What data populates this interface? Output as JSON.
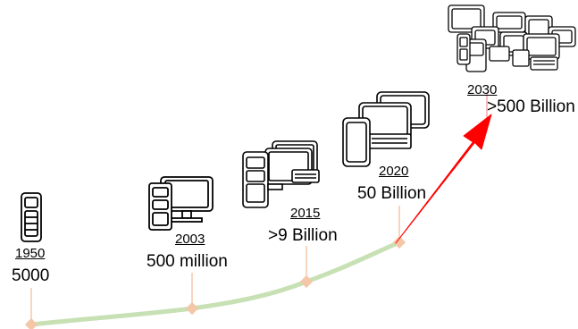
{
  "milestones": [
    {
      "year": "1950",
      "count": "5000"
    },
    {
      "year": "2003",
      "count": "500 million"
    },
    {
      "year": "2015",
      "count": ">9 Billion"
    },
    {
      "year": "2020",
      "count": "50 Billion"
    },
    {
      "year": "2030",
      "count": ">500 Billion"
    }
  ],
  "colors": {
    "curve": "#c7e0b4",
    "marker": "#f4c7a8",
    "stem": "#f4c7a8",
    "arrow": "#ff0000",
    "device_stroke": "#000000"
  },
  "icons": [
    "phone-icon",
    "desktop-computer-icon",
    "desktop-phone-group-icon",
    "laptop-tablet-group-icon",
    "device-cluster-icon"
  ]
}
